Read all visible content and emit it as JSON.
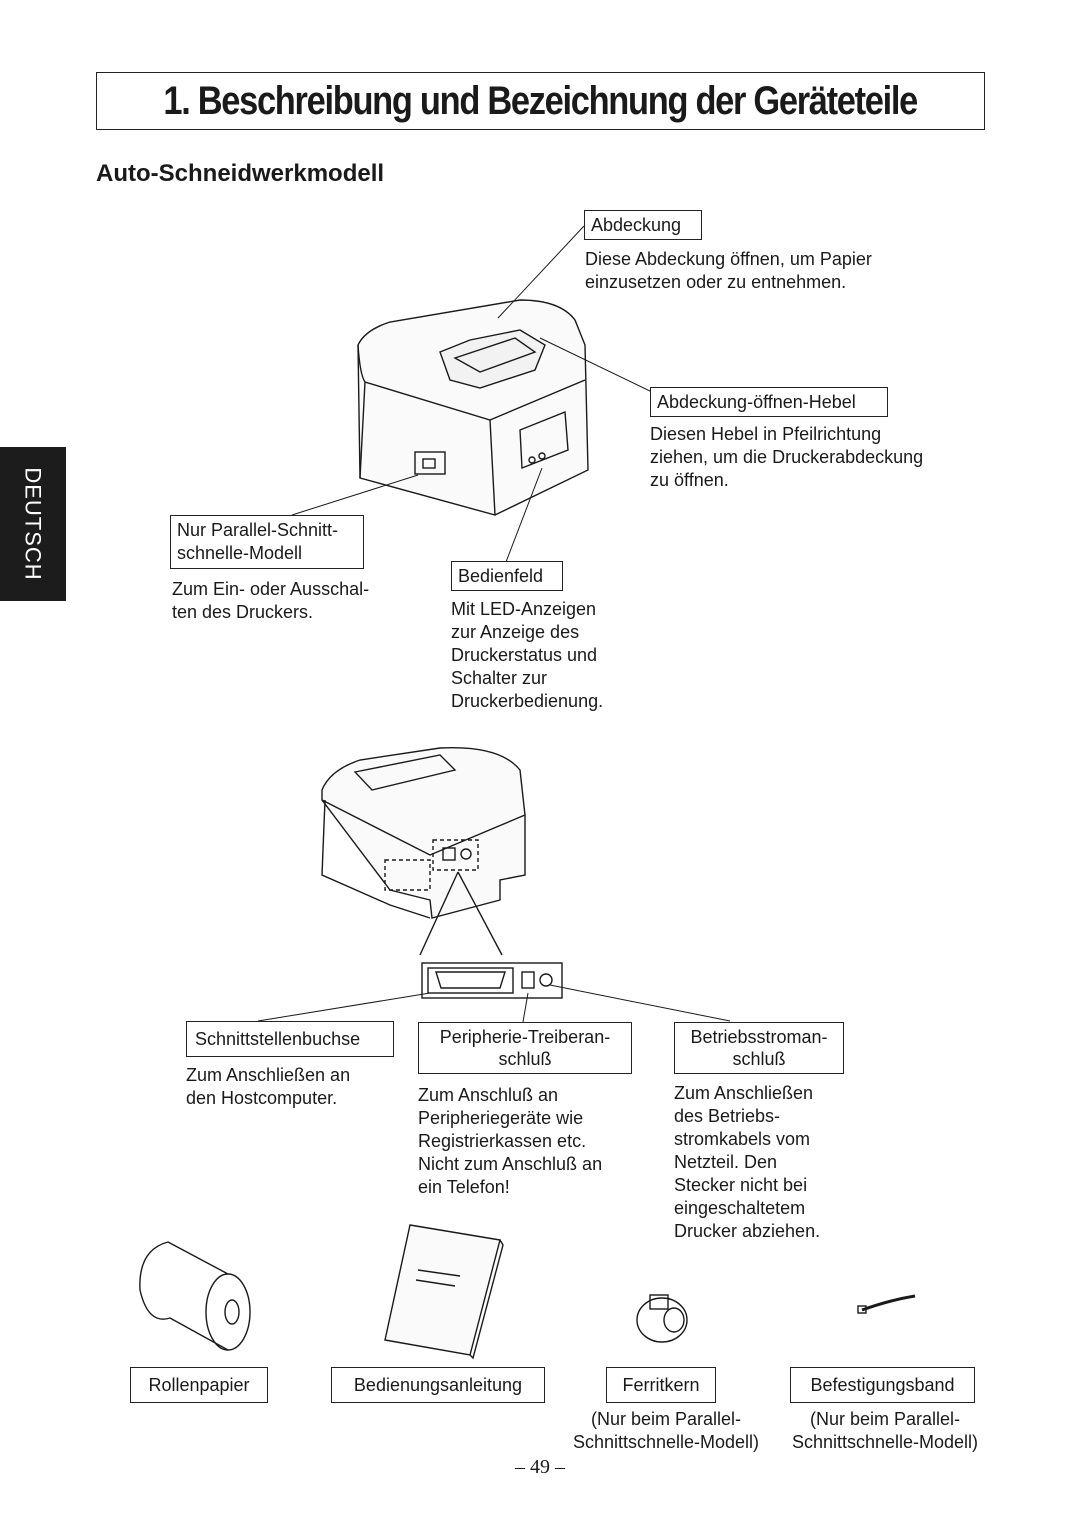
{
  "header": {
    "title": "1. Beschreibung und Bezeichnung der Geräteteile",
    "subtitle": "Auto-Schneidwerkmodell"
  },
  "side_tab": {
    "label": "DEUTSCH"
  },
  "parts": {
    "abdeckung": {
      "label": "Abdeckung",
      "desc": "Diese Abdeckung öffnen, um Papier\neinzusetzen oder zu entnehmen."
    },
    "hebel": {
      "label": "Abdeckung-öffnen-Hebel",
      "desc": "Diesen Hebel in Pfeilrichtung\nziehen, um die Druckerabdeckung\nzu öffnen."
    },
    "parallel": {
      "label": "Nur Parallel-Schnitt-\nschnelle-Modell",
      "desc": "Zum Ein- oder Ausschal-\nten des Druckers."
    },
    "bedienfeld": {
      "label": "Bedienfeld",
      "desc": "Mit LED-Anzeigen\nzur Anzeige des\nDruckerstatus und\nSchalter zur\nDruckerbedienung."
    },
    "schnittstelle": {
      "label": "Schnittstellenbuchse",
      "desc": "Zum Anschließen an\nden Hostcomputer."
    },
    "peripherie": {
      "label": "Peripherie-Treiberan-\nschluß",
      "desc": "Zum Anschluß an\nPeripheriegeräte wie\nRegistrierkassen etc.\nNicht zum Anschluß an\nein Telefon!"
    },
    "betriebsstrom": {
      "label": "Betriebsstroman-\nschluß",
      "desc": "Zum Anschließen\ndes Betriebs-\nstromkabels vom\nNetzteil. Den\nStecker nicht bei\neingeschaltetem\nDrucker abziehen."
    }
  },
  "accessories": [
    {
      "label": "Rollenpapier",
      "note": ""
    },
    {
      "label": "Bedienungsanleitung",
      "note": ""
    },
    {
      "label": "Ferritkern",
      "note": "(Nur beim Parallel-\nSchnittschnelle-Modell)"
    },
    {
      "label": "Befestigungsband",
      "note": "(Nur beim Parallel-\nSchnittschnelle-Modell)"
    }
  ],
  "footer": {
    "page_number": "– 49 –"
  }
}
